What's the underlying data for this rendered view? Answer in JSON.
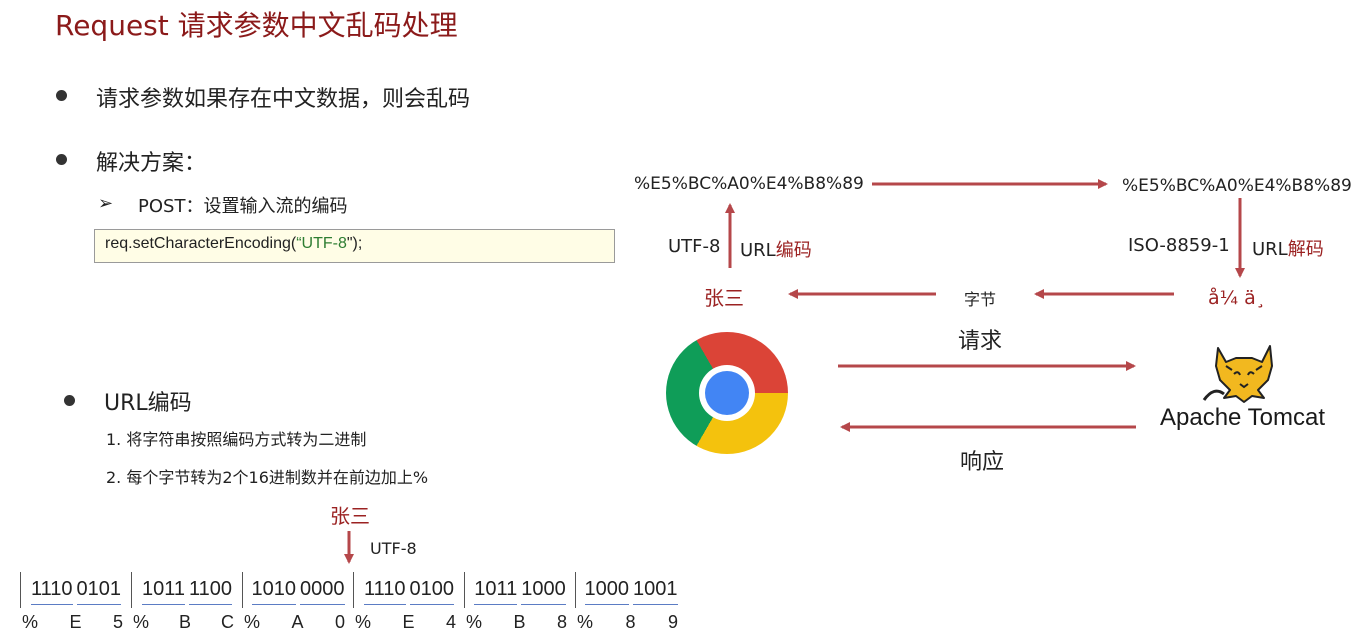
{
  "title": "Request 请求参数中文乱码处理",
  "bullets": {
    "b1": "请求参数如果存在中文数据，则会乱码",
    "b2": "解决方案：",
    "b2_sub_marker": "➢",
    "b2_sub": "POST：设置输入流的编码",
    "code_prefix": "req.setCharacterEncoding(",
    "code_string": "“UTF-8",
    "code_suffix": "\");"
  },
  "url_section": {
    "heading": "URL编码",
    "step1": "1. 将字符串按照编码方式转为二进制",
    "step2": "2. 每个字节转为2个16进制数并在前边加上%",
    "example_chars": "张三",
    "encoding": "UTF-8",
    "bytes": [
      [
        "1110",
        "0101"
      ],
      [
        "1011",
        "1100"
      ],
      [
        "1010",
        "0000"
      ],
      [
        "1110",
        "0100"
      ],
      [
        "1011",
        "1000"
      ],
      [
        "1000",
        "1001"
      ]
    ],
    "hex": [
      [
        "%",
        "E",
        "5"
      ],
      [
        "%",
        "B",
        "C"
      ],
      [
        "%",
        "A",
        "0"
      ],
      [
        "%",
        "E",
        "4"
      ],
      [
        "%",
        "B",
        "8"
      ],
      [
        "%",
        "8",
        "9"
      ]
    ]
  },
  "diagram": {
    "encoded_left": "%E5%BC%A0%E4%B8%89",
    "encoded_right": "%E5%BC%A0%E4%B8%89",
    "utf8_label": "UTF-8",
    "url_encode_prefix": "URL",
    "url_encode_suffix": "编码",
    "iso_label": "ISO-8859-1",
    "url_decode_prefix": "URL",
    "url_decode_suffix": "解码",
    "zhangsan": "张三",
    "bytes_label": "字节",
    "garbled": "å¼ ä¸",
    "request": "请求",
    "response": "响应",
    "server": "Apache Tomcat",
    "browser_icon": "chrome-icon",
    "server_icon": "tomcat-cat-icon"
  },
  "colors": {
    "title": "#8b1a1a",
    "accent_red": "#9b2222",
    "arrow": "#b5474a",
    "code_bg": "#fffde6",
    "code_string": "#2e7d32"
  }
}
